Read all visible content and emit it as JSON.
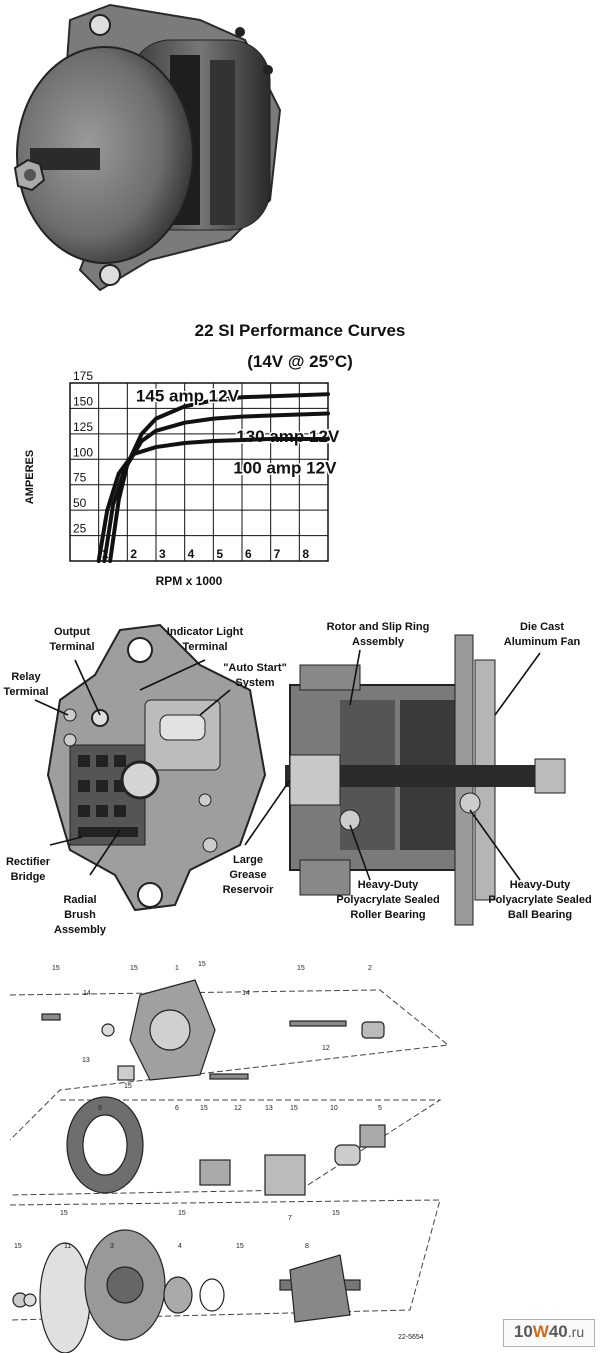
{
  "chart_data": {
    "type": "line",
    "title": "22 SI Performance Curves",
    "subtitle": "(14V @ 25°C)",
    "xlabel": "RPM x 1000",
    "ylabel": "AMPERES",
    "xlim": [
      0,
      9
    ],
    "ylim": [
      0,
      175
    ],
    "x_ticks": [
      "1",
      "2",
      "3",
      "4",
      "5",
      "6",
      "7",
      "8"
    ],
    "y_ticks": [
      "25",
      "50",
      "75",
      "100",
      "125",
      "150",
      "175"
    ],
    "grid": true,
    "series": [
      {
        "name": "145 amp 12V",
        "x": [
          1.4,
          1.7,
          2.0,
          2.5,
          3.0,
          4.0,
          5.0,
          6.0,
          7.0,
          8.0,
          9.0
        ],
        "y": [
          0,
          60,
          95,
          125,
          140,
          152,
          158,
          161,
          162,
          163,
          164
        ]
      },
      {
        "name": "130 amp 12V",
        "x": [
          1.2,
          1.5,
          1.9,
          2.5,
          3.0,
          4.0,
          5.0,
          6.0,
          7.0,
          8.0,
          9.0
        ],
        "y": [
          0,
          55,
          90,
          118,
          128,
          136,
          140,
          142,
          143,
          144,
          145
        ]
      },
      {
        "name": "100 amp 12V",
        "x": [
          1.0,
          1.3,
          1.7,
          2.2,
          3.0,
          4.0,
          5.0,
          6.0,
          7.0,
          8.0,
          9.0
        ],
        "y": [
          0,
          50,
          86,
          105,
          112,
          116,
          118,
          119,
          120,
          120,
          120
        ]
      }
    ]
  },
  "cutaway_labels": {
    "output_terminal": [
      "Output",
      "Terminal"
    ],
    "indicator_light": [
      "Indicator Light",
      "Terminal"
    ],
    "auto_start": [
      "\"Auto Start\"",
      "System"
    ],
    "relay_terminal": [
      "Relay",
      "Terminal"
    ],
    "rectifier_bridge": [
      "Rectifier",
      "Bridge"
    ],
    "radial_brush": [
      "Radial",
      "Brush",
      "Assembly"
    ],
    "rotor_slip": [
      "Rotor and Slip Ring",
      "Assembly"
    ],
    "die_cast": [
      "Die Cast",
      "Aluminum Fan"
    ],
    "grease": [
      "Large",
      "Grease",
      "Reservoir"
    ],
    "roller_bearing": [
      "Heavy-Duty",
      "Polyacrylate Sealed",
      "Roller Bearing"
    ],
    "ball_bearing": [
      "Heavy-Duty",
      "Polyacrylate Sealed",
      "Ball Bearing"
    ]
  },
  "exploded": {
    "callouts": [
      "15",
      "15",
      "1",
      "15",
      "15",
      "2",
      "14",
      "14",
      "12",
      "13",
      "15",
      "9",
      "6",
      "15",
      "12",
      "13",
      "15",
      "10",
      "5",
      "15",
      "15",
      "7",
      "15",
      "15",
      "11",
      "3",
      "4",
      "15",
      "8"
    ],
    "figure_code": "22-5654"
  },
  "watermark": {
    "text_a": "10",
    "text_b": "W",
    "text_c": "40",
    "text_d": ".ru"
  },
  "colors": {
    "ink": "#111111",
    "metal_dark": "#4a4a4a",
    "metal_mid": "#8c8c8c",
    "metal_light": "#c8c8c8"
  }
}
